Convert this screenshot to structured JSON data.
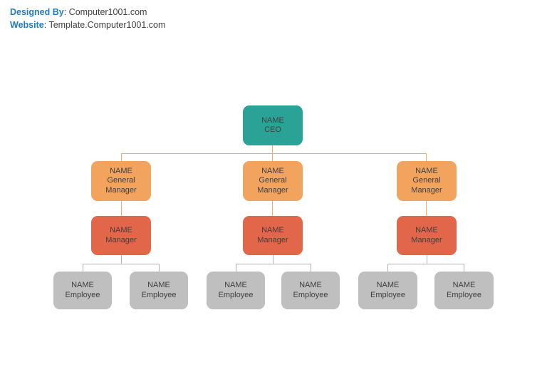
{
  "header": {
    "designed_by_label": "Designed By",
    "designed_by_sep": ": ",
    "designed_by_value": "Computer1001.com",
    "website_label": "Website",
    "website_sep": ": ",
    "website_value": "Template.Computer1001.com"
  },
  "colors": {
    "label-blue": "#1F7CC1",
    "text-dark": "#404040",
    "node-text": "#404040",
    "teal": "#2AA295",
    "orange": "#F2A35E",
    "red": "#E2664A",
    "gray": "#BFBFBF",
    "conn-orange": "#F6A869",
    "conn-gray": "#B3B3B3"
  },
  "nodes": {
    "ceo": {
      "lines": [
        "NAME",
        "CEO"
      ]
    },
    "general_manager": {
      "lines": [
        "NAME",
        "General",
        "Manager"
      ]
    },
    "manager": {
      "lines": [
        "NAME",
        "Manager"
      ]
    },
    "employee": {
      "lines": [
        "NAME",
        "Employee"
      ]
    }
  },
  "chart_data": {
    "type": "org-chart",
    "root": {
      "name": "NAME",
      "role": "CEO"
    },
    "branches": [
      {
        "general_manager": {
          "name": "NAME",
          "role": "General Manager"
        },
        "manager": {
          "name": "NAME",
          "role": "Manager"
        },
        "employees": [
          {
            "name": "NAME",
            "role": "Employee"
          },
          {
            "name": "NAME",
            "role": "Employee"
          }
        ]
      },
      {
        "general_manager": {
          "name": "NAME",
          "role": "General Manager"
        },
        "manager": {
          "name": "NAME",
          "role": "Manager"
        },
        "employees": [
          {
            "name": "NAME",
            "role": "Employee"
          },
          {
            "name": "NAME",
            "role": "Employee"
          }
        ]
      },
      {
        "general_manager": {
          "name": "NAME",
          "role": "General Manager"
        },
        "manager": {
          "name": "NAME",
          "role": "Manager"
        },
        "employees": [
          {
            "name": "NAME",
            "role": "Employee"
          },
          {
            "name": "NAME",
            "role": "Employee"
          }
        ]
      }
    ]
  }
}
